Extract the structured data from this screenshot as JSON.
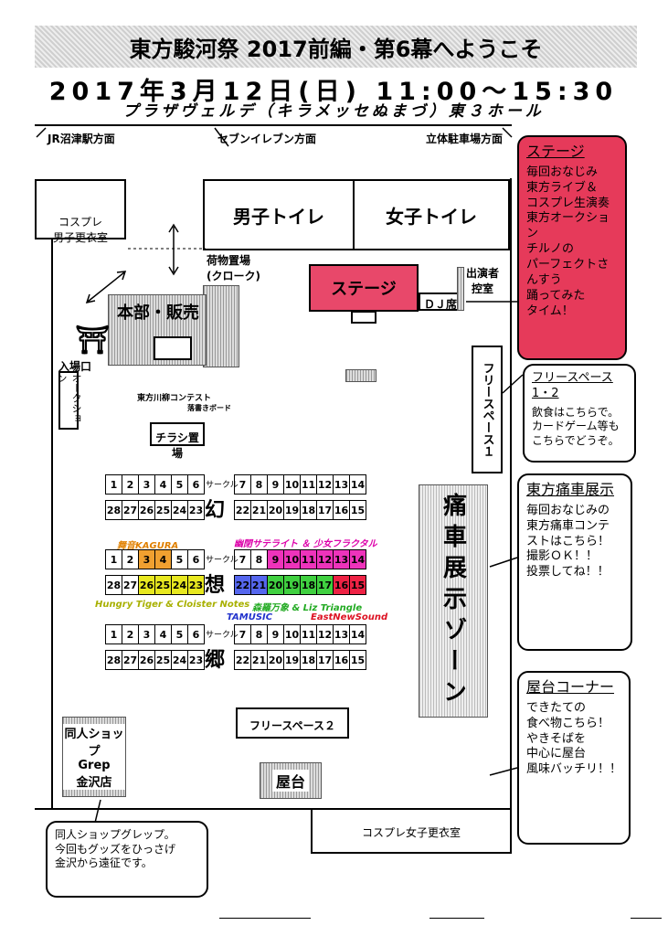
{
  "header": {
    "title": "東方駿河祭 2017前編・第6幕へようこそ",
    "datetime": "2017年3月12日(日) 11:00～15:30",
    "venue": "プラザヴェルデ（キラメッセぬまづ）東３ホール"
  },
  "directions": {
    "jr": "JR沼津駅方面",
    "seven": "セブンイレブン方面",
    "parking": "立体駐車場方面"
  },
  "rooms": {
    "cosplay_male": "コスプレ\n男子更衣室",
    "men_toilet": "男子トイレ",
    "women_toilet": "女子トイレ",
    "luggage": "荷物置場\n(クローク)",
    "stage": "ステージ",
    "dj": "ＤＪ席",
    "performer": "出演者\n控室",
    "hq": "本部・販売",
    "entrance": "入場口",
    "auction": "オークション",
    "senryu": "東方川柳コンテスト",
    "board": "落書きボード",
    "flyer": "チラシ置場",
    "free_space_1": "フリースペース１",
    "itasha_zone": "痛車展示ゾーン",
    "free_space_2": "フリースペース２",
    "grep": "同人ショップ\nGrep\n金沢店",
    "yatai": "屋台",
    "cosplay_female": "コスプレ女子更衣室"
  },
  "booths": {
    "circle_label": "サークル",
    "top_left": [
      "1",
      "2",
      "3",
      "4",
      "5",
      "6"
    ],
    "top_right": [
      "7",
      "8",
      "9",
      "10",
      "11",
      "12",
      "13",
      "14"
    ],
    "bottom_left": [
      "28",
      "27",
      "26",
      "25",
      "24",
      "23"
    ],
    "bottom_right": [
      "22",
      "21",
      "20",
      "19",
      "18",
      "17",
      "16",
      "15"
    ],
    "block1": "幻",
    "block2": "想",
    "block3": "郷"
  },
  "artists": {
    "maion": "舞音KAGURA",
    "yuumei": "幽閉サテライト ＆ 少女フラクタル",
    "hungry": "Hungry Tiger & Cloister Notes",
    "shinra": "森羅万象 & Liz Triangle",
    "tamusic": "TAMUSIC",
    "east": "EastNewSound"
  },
  "notes": {
    "stage": {
      "title": "ステージ",
      "body": "毎回おなじみ\n東方ライブ＆\nコスプレ生演奏\n東方オークション\nチルノの\nパーフェクトさんすう\n踊ってみた\nタイム！"
    },
    "free": {
      "title": "フリースペース1・2",
      "body": "飲食はこちらで。\nカードゲーム等も\nこちらでどうぞ。"
    },
    "itasha": {
      "title": "東方痛車展示",
      "body": "毎回おなじみの\n東方痛車コンテ\nストはこちら！\n撮影ＯＫ！！\n投票してね！！"
    },
    "yatai": {
      "title": "屋台コーナー",
      "body": "できたての\n食べ物こちら！\nやきそばを\n中心に屋台\n風味バッチリ！！"
    },
    "grep": {
      "body": "同人ショップグレップ。\n今回もグッズをひっさげ\n金沢から遠征です。"
    }
  },
  "colors": {
    "stage_red": "#e8486a",
    "orange": "#f0a030",
    "yellow": "#e8e820",
    "green": "#40d040",
    "magenta": "#ee33bb",
    "blue": "#5566ee",
    "red": "#ee2244"
  }
}
